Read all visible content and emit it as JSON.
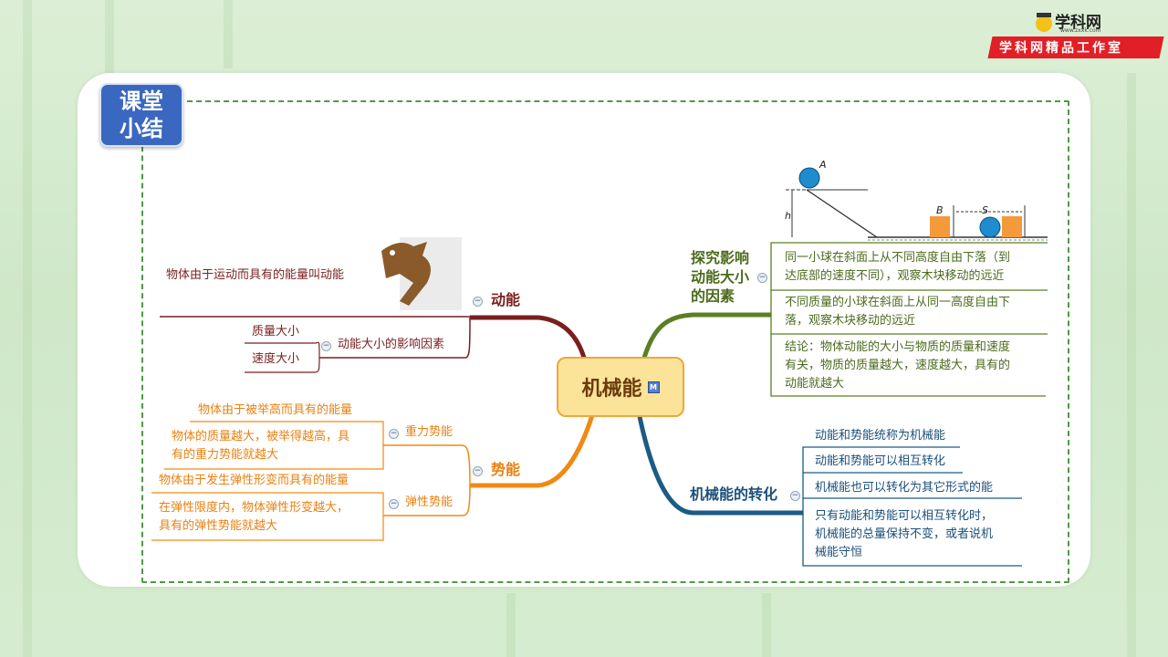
{
  "summary_label": "课堂\n小结",
  "logo": {
    "name": "学科网",
    "url": "www.zxxk.com",
    "banner": "学科网精品工作室"
  },
  "center": {
    "label": "机械能",
    "marker": "M"
  },
  "kinetic": {
    "label": "动能",
    "definition": "物体由于运动而具有的能量叫动能",
    "factors_label": "动能大小的影响因素",
    "factors": [
      "质量大小",
      "速度大小"
    ]
  },
  "potential": {
    "label": "势能",
    "gravity_label": "重力势能",
    "gravity_items": [
      "物体由于被举高而具有的能量",
      "物体的质量越大，被举得越高，具\n有的重力势能就越大"
    ],
    "elastic_label": "弹性势能",
    "elastic_items": [
      "物体由于发生弹性形变而具有的能量",
      "在弹性限度内，物体弹性形变越大，\n具有的弹性势能就越大"
    ]
  },
  "explore": {
    "label": "探究影响\n动能大小\n的因素",
    "items": [
      "同一小球在斜面上从不同高度自由下落（到\n达底部的速度不同），观察木块移动的远近",
      "不同质量的小球在斜面上从同一高度自由下\n落，观察木块移动的远近",
      "结论：物体动能的大小与物质的质量和速度\n有关，物质的质量越大，速度越大，具有的\n动能就越大"
    ],
    "figure_labels": {
      "a": "A",
      "b": "B",
      "s": "S",
      "h": "h"
    }
  },
  "conversion": {
    "label": "机械能的转化",
    "items": [
      "动能和势能统称为机械能",
      "动能和势能可以相互转化",
      "机械能也可以转化为其它形式的能",
      "只有动能和势能可以相互转化时，\n机械能的总量保持不变，或者说机\n械能守恒"
    ]
  },
  "colors": {
    "kinetic": "#7a1f1f",
    "potential": "#f08a12",
    "explore": "#5b7f24",
    "conversion": "#1b5b86"
  }
}
